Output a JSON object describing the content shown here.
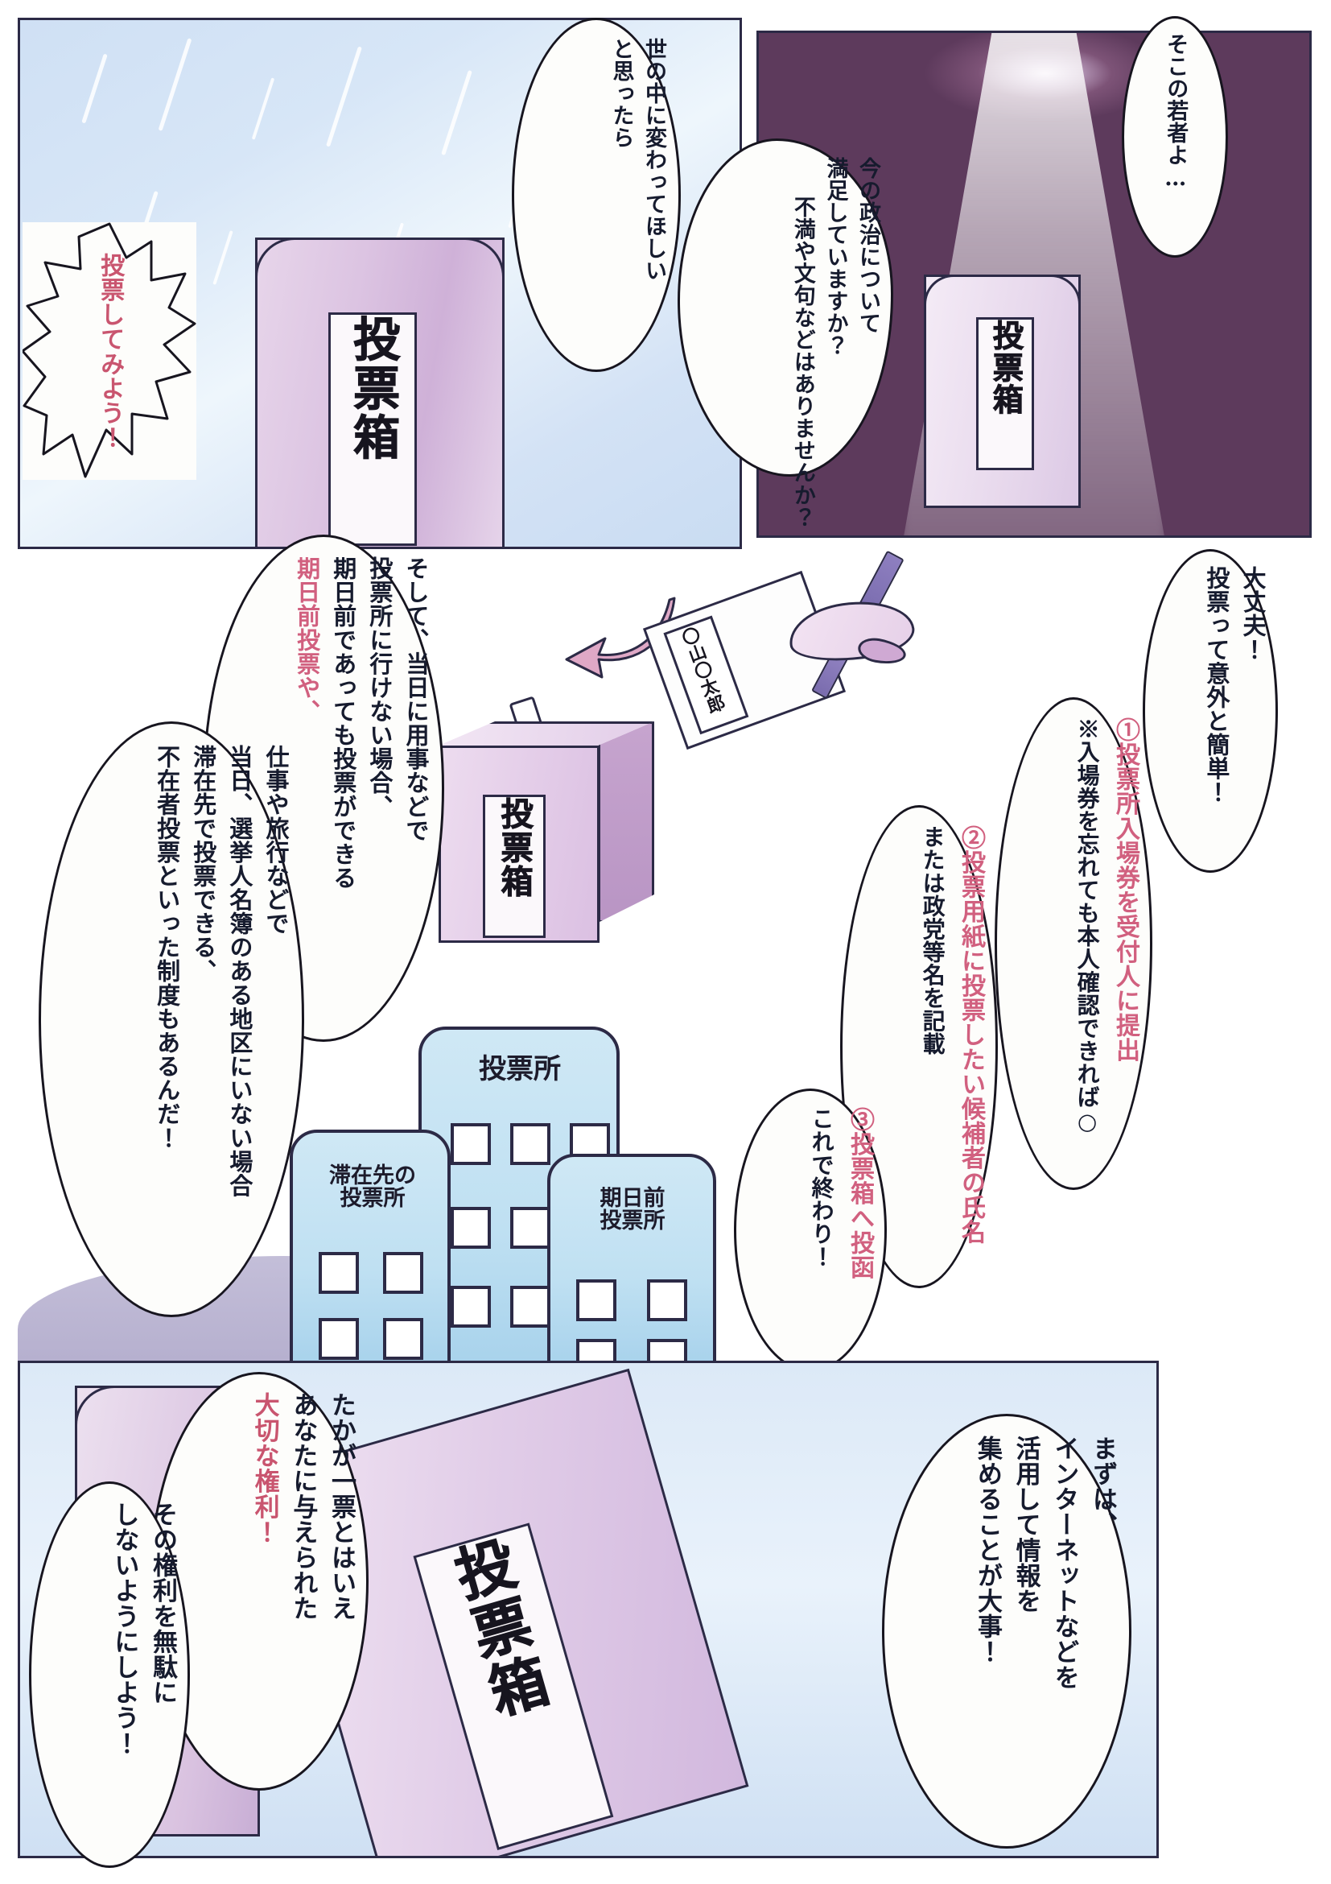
{
  "document": {
    "title": "投票のすすめ（選挙啓発マンガ）",
    "language": "ja"
  },
  "colors": {
    "ink": "#17151f",
    "accent_red": "#d1607f",
    "accent_crimson": "#c9556f",
    "sky": "#d2e3f5",
    "spotlight_dark": "#5d3a5c",
    "ballot_pink": "#e0c8e6",
    "building_blue": "#bfe0f2"
  },
  "panels": {
    "top_left": {
      "name": "sky-panel"
    },
    "top_right": {
      "name": "spotlight-panel"
    },
    "middle": {
      "name": "open-panel"
    },
    "bottom": {
      "name": "closing-panel"
    }
  },
  "bubbles": {
    "b1_vote_try": {
      "text": "投票してみよう！",
      "style": "burst",
      "color": "red"
    },
    "b2_world_change": {
      "text": "世の中に変わってほしいと思ったら",
      "lines": [
        "と思ったら",
        "世の中に変わってほしい"
      ],
      "style": "oval",
      "color": "ink"
    },
    "b3_politics": {
      "lines": [
        "不満や文句などはありませんか？",
        "満足していますか？",
        "今の政治について"
      ],
      "style": "oval",
      "color": "ink"
    },
    "b4_young": {
      "text": "そこの若者よ…",
      "style": "oval",
      "color": "ink"
    },
    "b5_dont_worry": {
      "lines": [
        "投票って意外と簡単！",
        "大丈夫！"
      ],
      "style": "oval",
      "color": "ink"
    },
    "b6_step1": {
      "number": "①",
      "step_text": "投票所入場券を受付人に提出",
      "note": "※入場券を忘れても本人確認できれば○",
      "style": "oval"
    },
    "b7_step2": {
      "number": "②",
      "step_text": "投票用紙に投票したい候補者の氏名",
      "sub_text": "または政党等名を記載",
      "style": "oval"
    },
    "b8_step3": {
      "number": "③",
      "step_text": "投票箱へ投函",
      "sub_text": "これで終わり！",
      "style": "oval"
    },
    "b9_early_voting": {
      "lines": [
        "そして、当日に用事などで",
        "投票所に行けない場合、",
        "期日前であっても投票ができる",
        "期日前投票や、"
      ],
      "highlight": "期日前投票",
      "style": "oval"
    },
    "b10_absentee": {
      "lines": [
        "仕事や旅行などで",
        "当日、選挙人名簿のある地区にいない場合",
        "滞在先で投票できる、",
        "不在者投票といった制度もあるんだ！"
      ],
      "highlight": "不在者投票",
      "style": "oval"
    },
    "b11_internet": {
      "lines": [
        "まずは、",
        "インターネットなどを",
        "活用して情報を",
        "集めることが大事！"
      ],
      "highlight": "情報",
      "style": "oval"
    },
    "b12_one_vote": {
      "lines": [
        "たかが一票とはいえ",
        "あなたに与えられた",
        "大切な権利！"
      ],
      "highlight": "大切な権利！",
      "style": "oval"
    },
    "b13_dont_waste": {
      "lines": [
        "その権利を無駄に",
        "しないようにしよう！"
      ],
      "style": "oval"
    }
  },
  "illustrations": {
    "ballot_box_label": "投票箱",
    "ballot_slip_name": "〇山〇太郎",
    "buildings": [
      {
        "label_lines": [
          "滞在先の",
          "投票所"
        ],
        "name": "absentee-polling-place"
      },
      {
        "label_lines": [
          "投票所"
        ],
        "name": "polling-place"
      },
      {
        "label_lines": [
          "期日前",
          "投票所"
        ],
        "name": "early-voting-place"
      }
    ],
    "arrow": "curved-arrow-left"
  }
}
